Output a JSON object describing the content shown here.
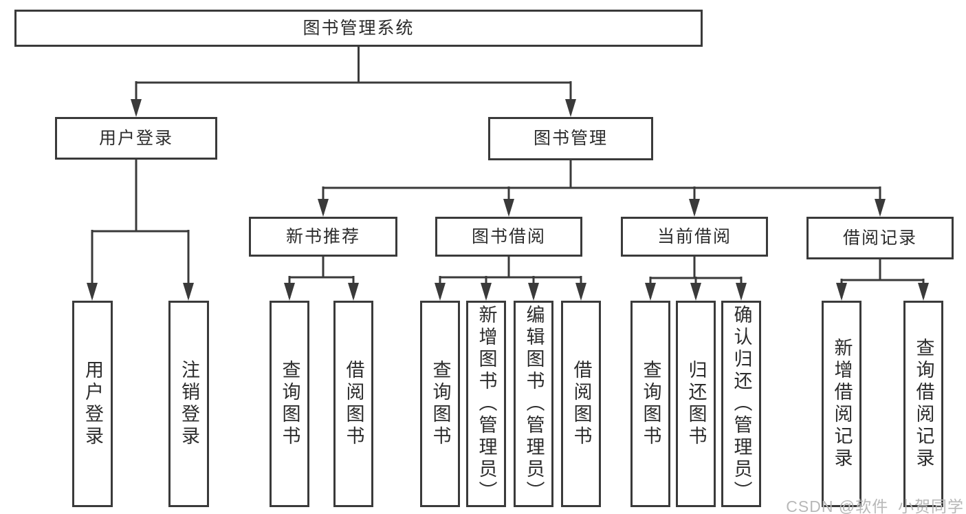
{
  "diagram": {
    "root": {
      "label": "图书管理系统"
    },
    "branches": [
      {
        "label": "用户登录",
        "children": [
          {
            "label": "用户登录"
          },
          {
            "label": "注销登录"
          }
        ]
      },
      {
        "label": "图书管理",
        "children": [
          {
            "label": "新书推荐",
            "children": [
              {
                "label": "查询图书"
              },
              {
                "label": "借阅图书"
              }
            ]
          },
          {
            "label": "图书借阅",
            "children": [
              {
                "label": "查询图书"
              },
              {
                "label": "新增图书（管理员）"
              },
              {
                "label": "编辑图书（管理员）"
              },
              {
                "label": "借阅图书"
              }
            ]
          },
          {
            "label": "当前借阅",
            "children": [
              {
                "label": "查询图书"
              },
              {
                "label": "归还图书"
              },
              {
                "label": "确认归还（管理员）"
              }
            ]
          },
          {
            "label": "借阅记录",
            "children": [
              {
                "label": "新增借阅记录"
              },
              {
                "label": "查询借阅记录"
              }
            ]
          }
        ]
      }
    ]
  },
  "watermark": {
    "text": "CSDN @软件_小贺同学"
  },
  "colors": {
    "line": "#3a3a3a",
    "text": "#2c2c2c",
    "watermark": "#b8b8b8"
  }
}
